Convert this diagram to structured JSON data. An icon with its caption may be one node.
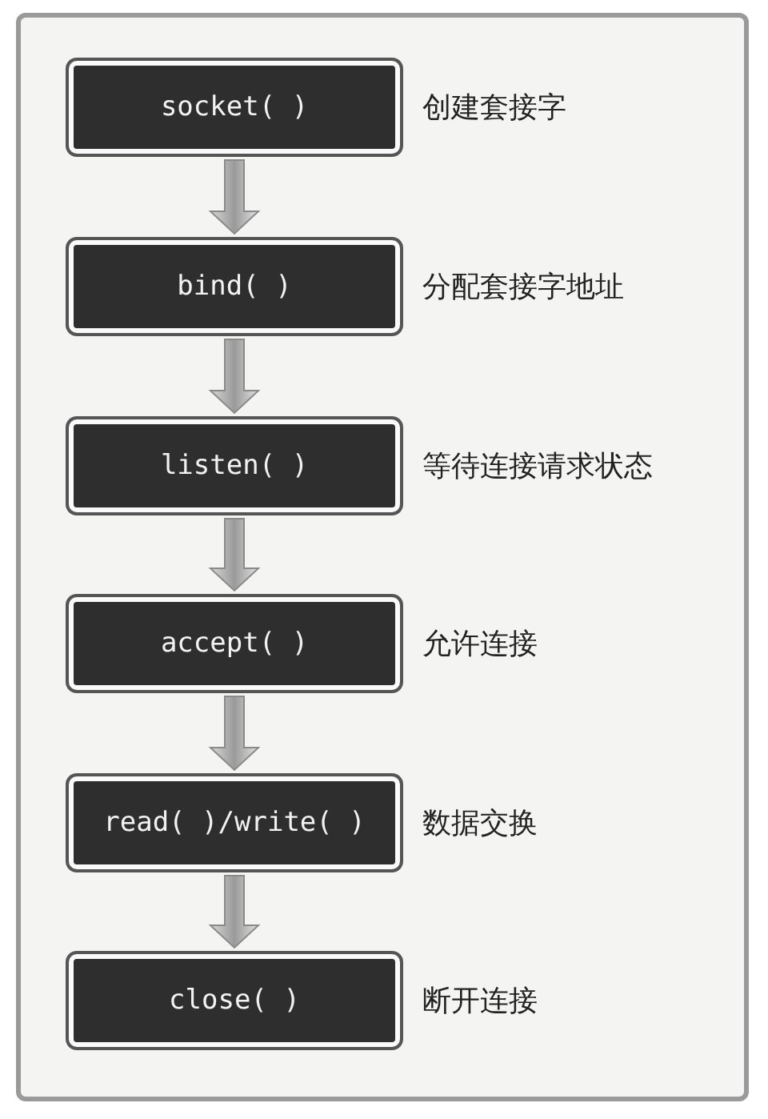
{
  "diagram": {
    "nodes": [
      {
        "text": [
          "socket( )"
        ],
        "beside": [
          "创建套接字"
        ]
      },
      {
        "text": [
          "bind( )"
        ],
        "beside": [
          "分配套接字地址"
        ]
      },
      {
        "text": [
          "listen( )"
        ],
        "beside": [
          "等待连接请求状态"
        ]
      },
      {
        "text": [
          "accept( )"
        ],
        "beside": [
          "允许连接"
        ]
      },
      {
        "text": [
          "read( )/write( )"
        ],
        "beside": [
          "数据交换"
        ]
      },
      {
        "text": [
          "close( )"
        ],
        "beside": [
          "断开连接"
        ]
      }
    ],
    "edges": [
      {
        "from": 0,
        "to": 1,
        "arrow": "to"
      },
      {
        "from": 1,
        "to": 2,
        "arrow": "to"
      },
      {
        "from": 2,
        "to": 3,
        "arrow": "to"
      },
      {
        "from": 3,
        "to": 4,
        "arrow": "to"
      },
      {
        "from": 4,
        "to": 5,
        "arrow": "to"
      }
    ]
  }
}
